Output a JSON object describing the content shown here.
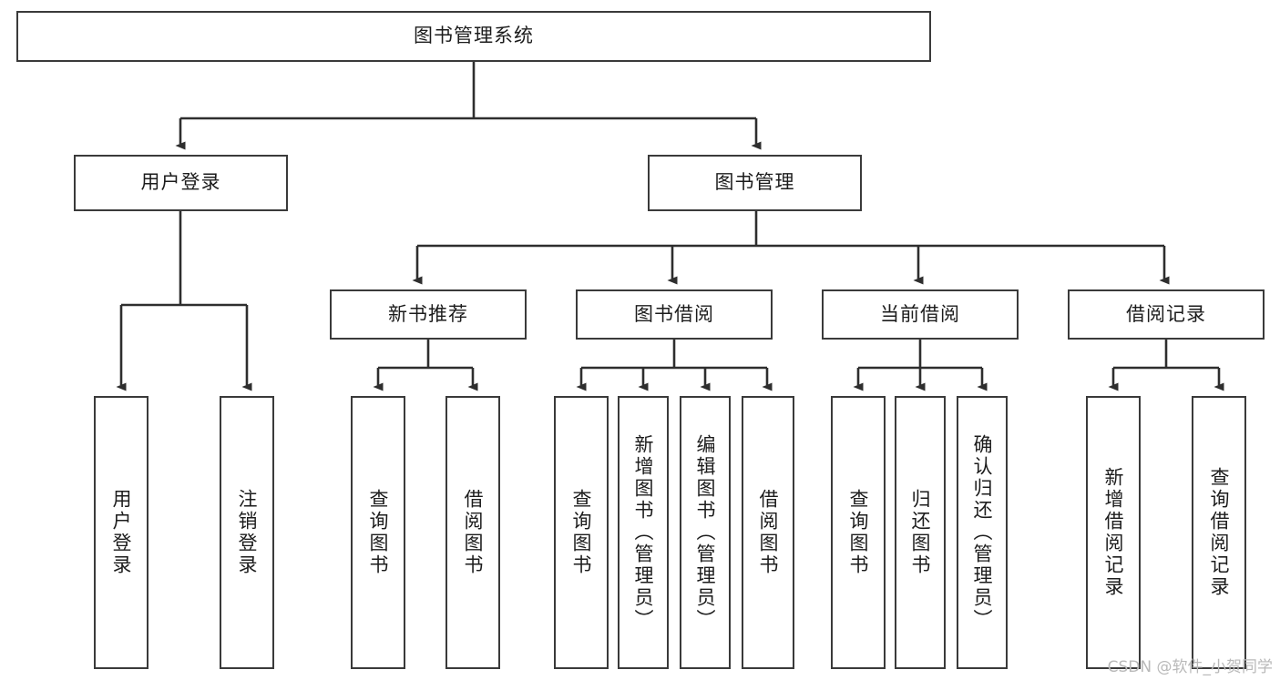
{
  "diagram": {
    "title": "图书管理系统",
    "type": "hierarchy-tree",
    "root": {
      "label": "图书管理系统"
    },
    "level2": [
      {
        "label": "用户登录"
      },
      {
        "label": "图书管理"
      }
    ],
    "level3": [
      {
        "label": "新书推荐"
      },
      {
        "label": "图书借阅"
      },
      {
        "label": "当前借阅"
      },
      {
        "label": "借阅记录"
      }
    ],
    "leaves": {
      "user_login": [
        {
          "label": "用户登录"
        },
        {
          "label": "注销登录"
        }
      ],
      "new_book_recommend": [
        {
          "label": "查询图书"
        },
        {
          "label": "借阅图书"
        }
      ],
      "book_borrow": [
        {
          "label": "查询图书"
        },
        {
          "label": "新增图书（管理员）"
        },
        {
          "label": "编辑图书（管理员）"
        },
        {
          "label": "借阅图书"
        }
      ],
      "current_borrow": [
        {
          "label": "查询图书"
        },
        {
          "label": "归还图书"
        },
        {
          "label": "确认归还（管理员）"
        }
      ],
      "borrow_record": [
        {
          "label": "新增借阅记录"
        },
        {
          "label": "查询借阅记录"
        }
      ]
    }
  },
  "watermark": {
    "text": "CSDN @软件_小贺同学"
  },
  "colors": {
    "border": "#3a3a3a",
    "text": "#1c1c1c",
    "background": "#ffffff",
    "watermark": "#b9b9b9"
  }
}
